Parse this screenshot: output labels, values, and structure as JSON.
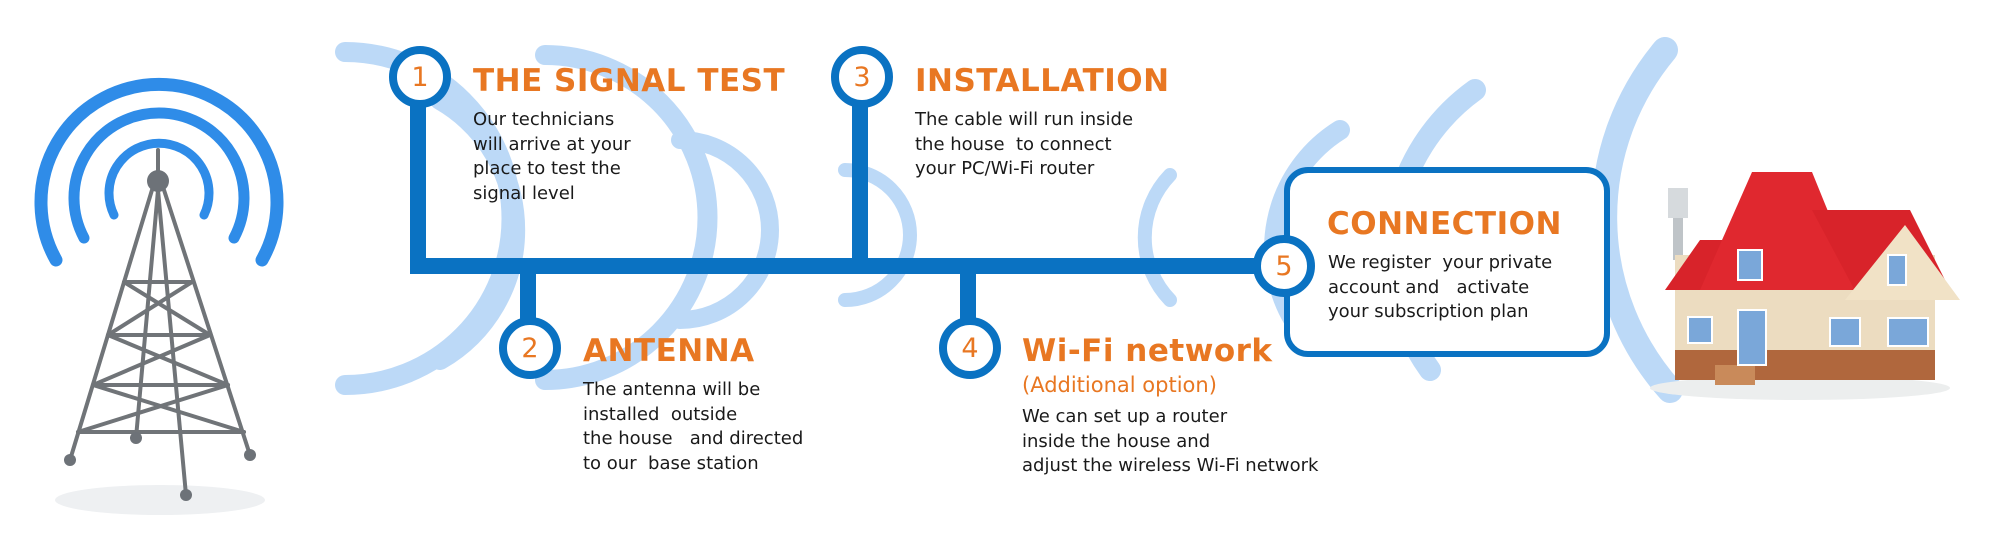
{
  "colors": {
    "brand_blue": "#0a72c2",
    "accent_orange": "#e87722",
    "wave_light_blue": "#bcd9f7",
    "roof_red": "#d8232a"
  },
  "steps": [
    {
      "number": "1",
      "title": "THE SIGNAL TEST",
      "subtitle": "",
      "description": "Our technicians\nwill arrive at your\nplace to test the\nsignal level"
    },
    {
      "number": "2",
      "title": "ANTENNA",
      "subtitle": "",
      "description": "The antenna will be\ninstalled  outside\nthe house   and directed\nto our  base station"
    },
    {
      "number": "3",
      "title": "INSTALLATION",
      "subtitle": "",
      "description": "The cable will run inside\nthe house  to connect\nyour PC/Wi-Fi router"
    },
    {
      "number": "4",
      "title": "Wi-Fi network",
      "subtitle": "(Additional option)",
      "description": "We can set up a router\ninside the house and\nadjust the wireless Wi-Fi network"
    },
    {
      "number": "5",
      "title": "CONNECTION",
      "subtitle": "",
      "description": "We register  your private\naccount and   activate\nyour subscription plan"
    }
  ],
  "illustrations": {
    "left": "radio-tower-icon",
    "right": "house-icon"
  }
}
